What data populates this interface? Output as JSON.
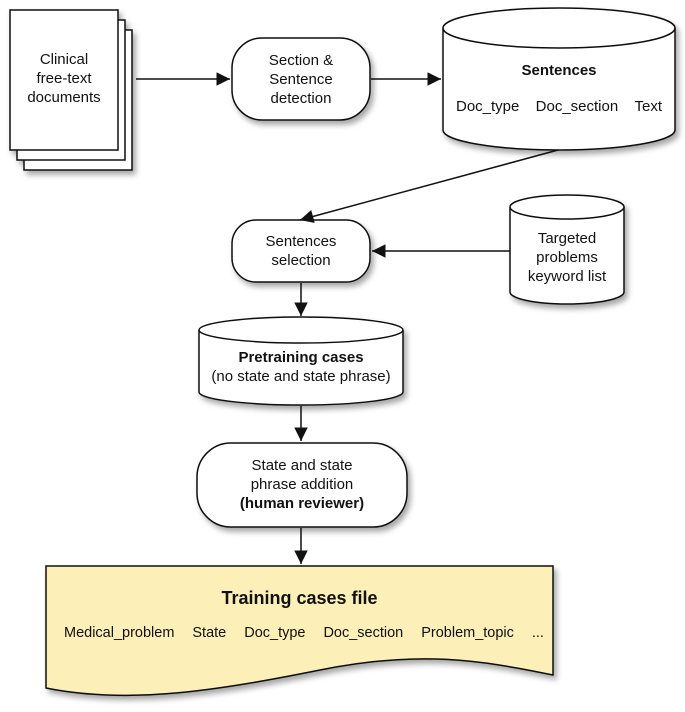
{
  "nodes": {
    "docs": {
      "lines": [
        "Clinical",
        "free-text",
        "documents"
      ]
    },
    "section_detection": {
      "lines": [
        "Section &",
        "Sentence",
        "detection"
      ]
    },
    "sentences_db": {
      "title": "Sentences",
      "fields": [
        "Doc_type",
        "Doc_section",
        "Text"
      ]
    },
    "sentence_selection": {
      "lines": [
        "Sentences",
        "selection"
      ]
    },
    "keyword_list": {
      "lines": [
        "Targeted",
        "problems",
        "keyword list"
      ]
    },
    "pretraining": {
      "title": "Pretraining cases",
      "subtitle": "(no state and state phrase)"
    },
    "state_addition": {
      "lines": [
        "State and state",
        "phrase addition"
      ],
      "bold_line": "(human reviewer)"
    },
    "training_file": {
      "title": "Training cases file",
      "fields": [
        "Medical_problem",
        "State",
        "Doc_type",
        "Doc_section",
        "Problem_topic",
        "..."
      ]
    }
  },
  "colors": {
    "stroke": "#111111",
    "node_fill": "#ffffff",
    "file_fill": "#fcefb7"
  }
}
